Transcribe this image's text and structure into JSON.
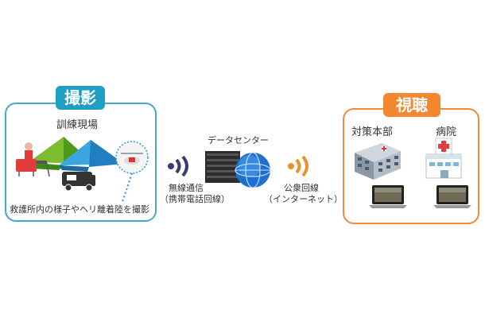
{
  "left_panel": {
    "tag": "撮影",
    "site_label": "訓練現場",
    "caption": "救護所内の様子やヘリ離着陸を撮影"
  },
  "center": {
    "datacenter_label": "データセンター",
    "wireless_line1": "無線通信",
    "wireless_line2": "（携帯電話回線）",
    "public_line1": "公衆回線",
    "public_line2": "（インターネット）"
  },
  "right_panel": {
    "tag": "視聴",
    "hq_label": "対策本部",
    "hospital_label": "病院"
  },
  "colors": {
    "left_accent": "#1f9fc4",
    "right_accent": "#f2872f",
    "wireless_wave": "#3b3b73",
    "public_wave": "#e9912f"
  }
}
